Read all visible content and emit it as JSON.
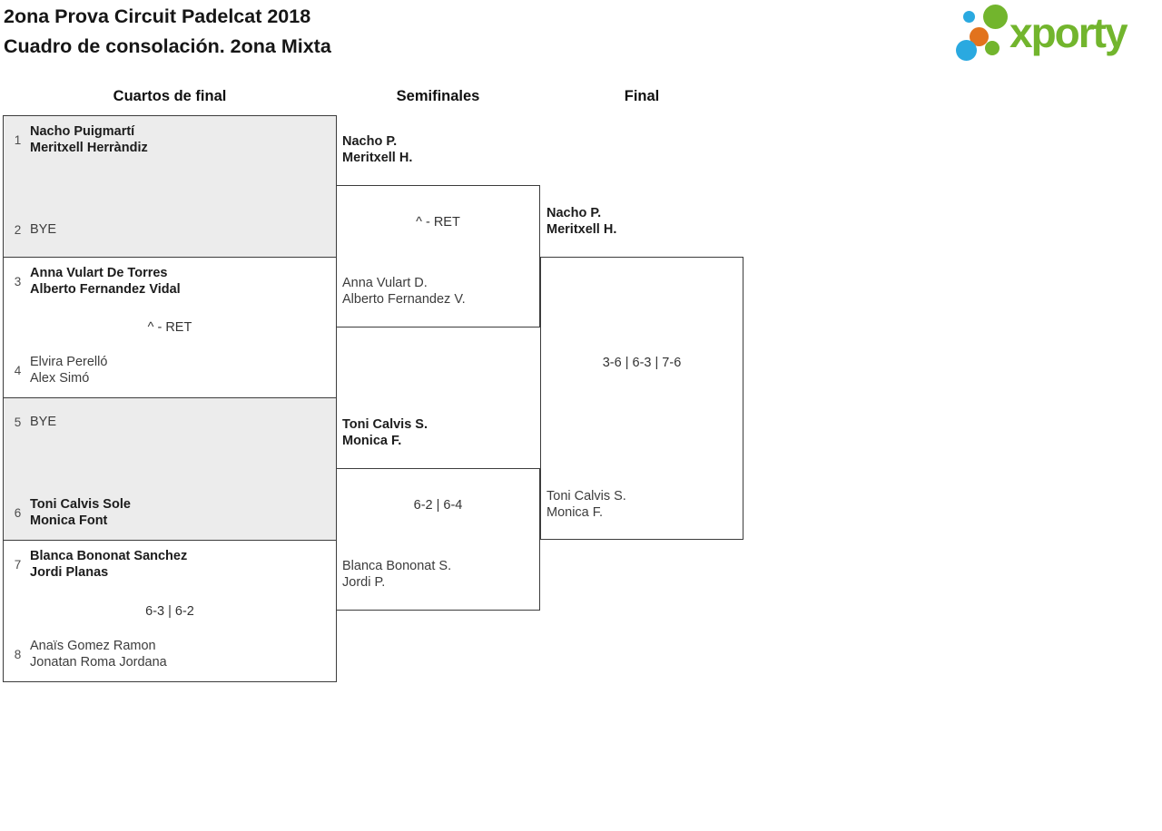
{
  "page": {
    "title_line1": "2ona Prova Circuit Padelcat 2018",
    "title_line2": "Cuadro de consolación. 2ona Mixta"
  },
  "logo": {
    "wordmark": "xporty",
    "colors": {
      "green": "#72b52d",
      "blue": "#2aa9e0",
      "orange": "#e2731d"
    }
  },
  "colors": {
    "box_border": "#3c3c3c",
    "box_fill_shaded": "#ececec",
    "winner_text": "#1c1c1c",
    "regular_text": "#3c3c3c"
  },
  "rounds": {
    "quarterfinals": "Cuartos de final",
    "semifinals": "Semifinales",
    "final": "Final"
  },
  "bracket": {
    "quarterfinals": [
      {
        "top": {
          "seed": "1",
          "line1": "Nacho Puigmartí",
          "line2": "Meritxell Herràndiz",
          "winner": true
        },
        "bottom": {
          "seed": "2",
          "line1": "BYE",
          "winner": false
        },
        "score": ""
      },
      {
        "top": {
          "seed": "3",
          "line1": "Anna Vulart De Torres",
          "line2": "Alberto Fernandez Vidal",
          "winner": true
        },
        "bottom": {
          "seed": "4",
          "line1": "Elvira Perelló",
          "line2": "Alex Simó",
          "winner": false
        },
        "score": "^ - RET"
      },
      {
        "top": {
          "seed": "5",
          "line1": "BYE",
          "winner": false
        },
        "bottom": {
          "seed": "6",
          "line1": "Toni Calvis Sole",
          "line2": "Monica Font",
          "winner": true
        },
        "score": ""
      },
      {
        "top": {
          "seed": "7",
          "line1": "Blanca Bononat Sanchez",
          "line2": "Jordi Planas",
          "winner": true
        },
        "bottom": {
          "seed": "8",
          "line1": "Anaïs Gomez Ramon",
          "line2": "Jonatan Roma Jordana",
          "winner": false
        },
        "score": "6-3 | 6-2"
      }
    ],
    "semifinals": [
      {
        "top": {
          "line1": "Nacho P.",
          "line2": "Meritxell H.",
          "winner": true
        },
        "bottom": {
          "line1": "Anna Vulart D.",
          "line2": "Alberto Fernandez V.",
          "winner": false
        },
        "score": "^ - RET"
      },
      {
        "top": {
          "line1": "Toni Calvis S.",
          "line2": "Monica F.",
          "winner": true
        },
        "bottom": {
          "line1": "Blanca Bononat S.",
          "line2": "Jordi P.",
          "winner": false
        },
        "score": "6-2 | 6-4"
      }
    ],
    "final": {
      "top": {
        "line1": "Nacho P.",
        "line2": "Meritxell H.",
        "winner": true
      },
      "bottom": {
        "line1": "Toni Calvis S.",
        "line2": "Monica F.",
        "winner": false
      },
      "score": "3-6 | 6-3 | 7-6"
    }
  }
}
